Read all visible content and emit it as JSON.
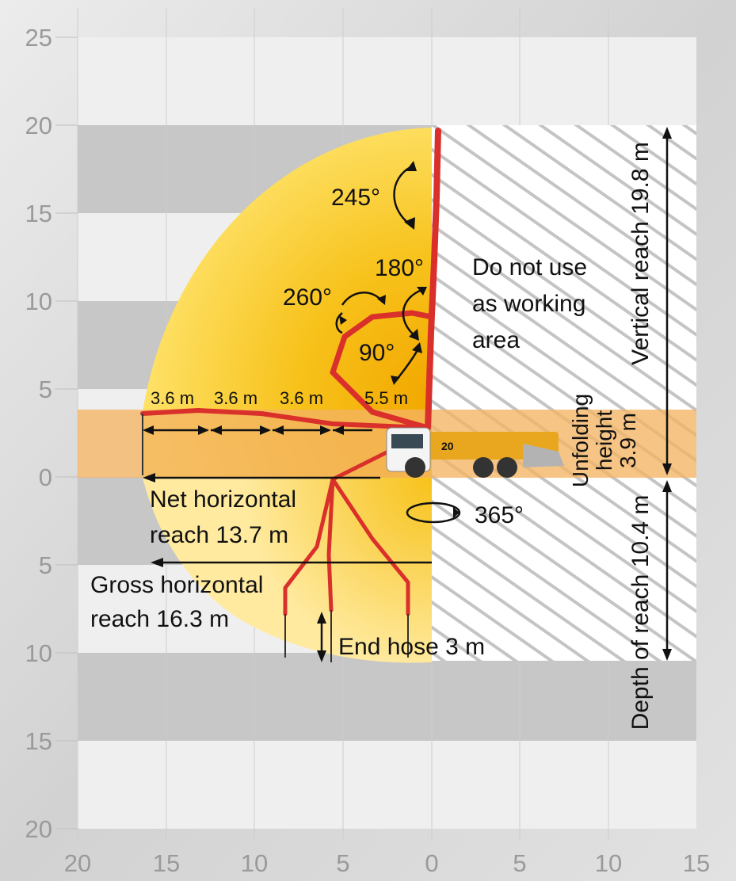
{
  "axes": {
    "y_ticks": [
      "25",
      "20",
      "15",
      "10",
      "5",
      "0",
      "5",
      "10",
      "15",
      "20"
    ],
    "x_ticks": [
      "20",
      "15",
      "10",
      "5",
      "0",
      "5",
      "10",
      "15"
    ]
  },
  "labels": {
    "angle_245": "245°",
    "angle_180": "180°",
    "angle_260": "260°",
    "angle_90": "90°",
    "angle_365": "365°",
    "no_work_line1": "Do not use",
    "no_work_line2": "as working",
    "no_work_line3": "area",
    "section_1": "3.6 m",
    "section_2": "3.6 m",
    "section_3": "3.6 m",
    "section_4": "5.5 m",
    "net_line1": "Net horizontal",
    "net_line2": "reach 13.7  m",
    "gross_line1": "Gross horizontal",
    "gross_line2": "reach 16.3 m",
    "end_hose": "End hose 3 m",
    "vertical_reach": "Vertical reach 19.8 m",
    "depth_reach": "Depth of reach 10.4 m",
    "unfold_line1": "Unfolding",
    "unfold_line2": "height",
    "unfold_line3": "3.9 m",
    "truck_badge": "20"
  },
  "colors": {
    "yellow_outer": "#ffe067",
    "yellow_inner": "#f5b400",
    "boom_red": "#d9302b",
    "unfold_band": "#f3b463",
    "truck_yellow": "#e8a71f"
  }
}
